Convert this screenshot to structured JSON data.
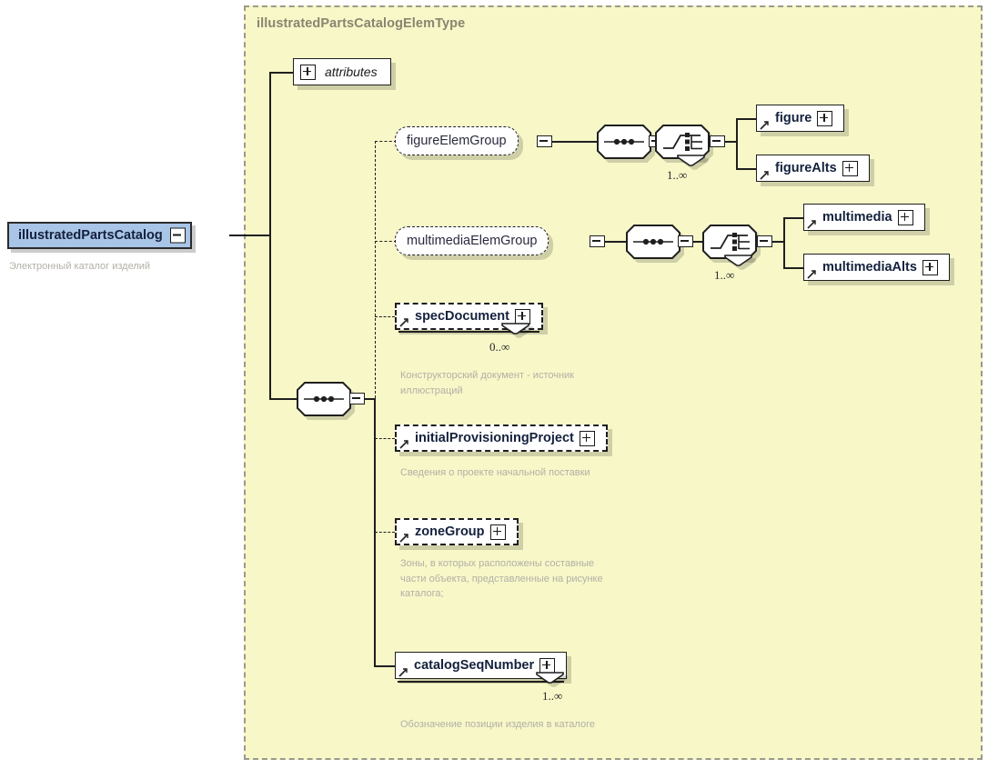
{
  "diagram": {
    "type_title": "illustratedPartsCatalogElemType",
    "root": {
      "name": "illustratedPartsCatalog",
      "annotation": "Электронный каталог изделий",
      "collapse_icon": "minus-icon"
    },
    "attributes_node": {
      "label": "attributes",
      "expand_icon": "plus-icon"
    },
    "compositors": {
      "root_sequence": "sequence-compositor",
      "figure_sequence": "sequence-compositor",
      "figure_choice": "choice-compositor",
      "figure_choice_occurrence": "1..∞",
      "multimedia_sequence": "sequence-compositor",
      "multimedia_choice": "choice-compositor",
      "multimedia_choice_occurrence": "1..∞"
    },
    "nodes": [
      {
        "id": "figureElemGroup",
        "label": "figureElemGroup",
        "kind": "group-reference",
        "border": "dashed-rounded",
        "occurrence": "",
        "annotation": ""
      },
      {
        "id": "figure",
        "label": "figure",
        "kind": "element-reference",
        "border": "solid",
        "occurrence": "",
        "annotation": "",
        "expand_icon": "plus-icon"
      },
      {
        "id": "figureAlts",
        "label": "figureAlts",
        "kind": "element-reference",
        "border": "solid",
        "occurrence": "",
        "annotation": "",
        "expand_icon": "plus-icon"
      },
      {
        "id": "multimediaElemGroup",
        "label": "multimediaElemGroup",
        "kind": "group-reference",
        "border": "dashed-rounded",
        "occurrence": "",
        "annotation": ""
      },
      {
        "id": "multimedia",
        "label": "multimedia",
        "kind": "element-reference",
        "border": "solid",
        "occurrence": "",
        "annotation": "",
        "expand_icon": "plus-icon"
      },
      {
        "id": "multimediaAlts",
        "label": "multimediaAlts",
        "kind": "element-reference",
        "border": "solid",
        "occurrence": "",
        "annotation": "",
        "expand_icon": "plus-icon"
      },
      {
        "id": "specDocument",
        "label": "specDocument",
        "kind": "element-reference",
        "border": "dashed",
        "occurrence": "0..∞",
        "annotation": "Конструкторский документ - источник иллюстраций",
        "expand_icon": "plus-icon"
      },
      {
        "id": "initialProvisioningProject",
        "label": "initialProvisioningProject",
        "kind": "element-reference",
        "border": "dashed",
        "occurrence": "",
        "annotation": "Сведения о проекте начальной поставки",
        "expand_icon": "plus-icon"
      },
      {
        "id": "zoneGroup",
        "label": "zoneGroup",
        "kind": "element-reference",
        "border": "dashed",
        "occurrence": "",
        "annotation": "Зоны, в которых расположены составные части объекта, представленные на рисунке каталога;",
        "expand_icon": "plus-icon"
      },
      {
        "id": "catalogSeqNumber",
        "label": "catalogSeqNumber",
        "kind": "element-reference",
        "border": "solid",
        "occurrence": "1..∞",
        "annotation": "Обозначение позиции изделия в каталоге",
        "expand_icon": "plus-icon"
      }
    ],
    "colors": {
      "panel_background": "#f7f7c8",
      "panel_border": "#9a9a8c",
      "root_fill": "#a8c4e6",
      "node_fill": "#ffffff",
      "stroke": "#1f1f1f",
      "label_text": "#14213d",
      "annotation_text": "#b3b0a6",
      "title_text": "#8a8570"
    }
  }
}
